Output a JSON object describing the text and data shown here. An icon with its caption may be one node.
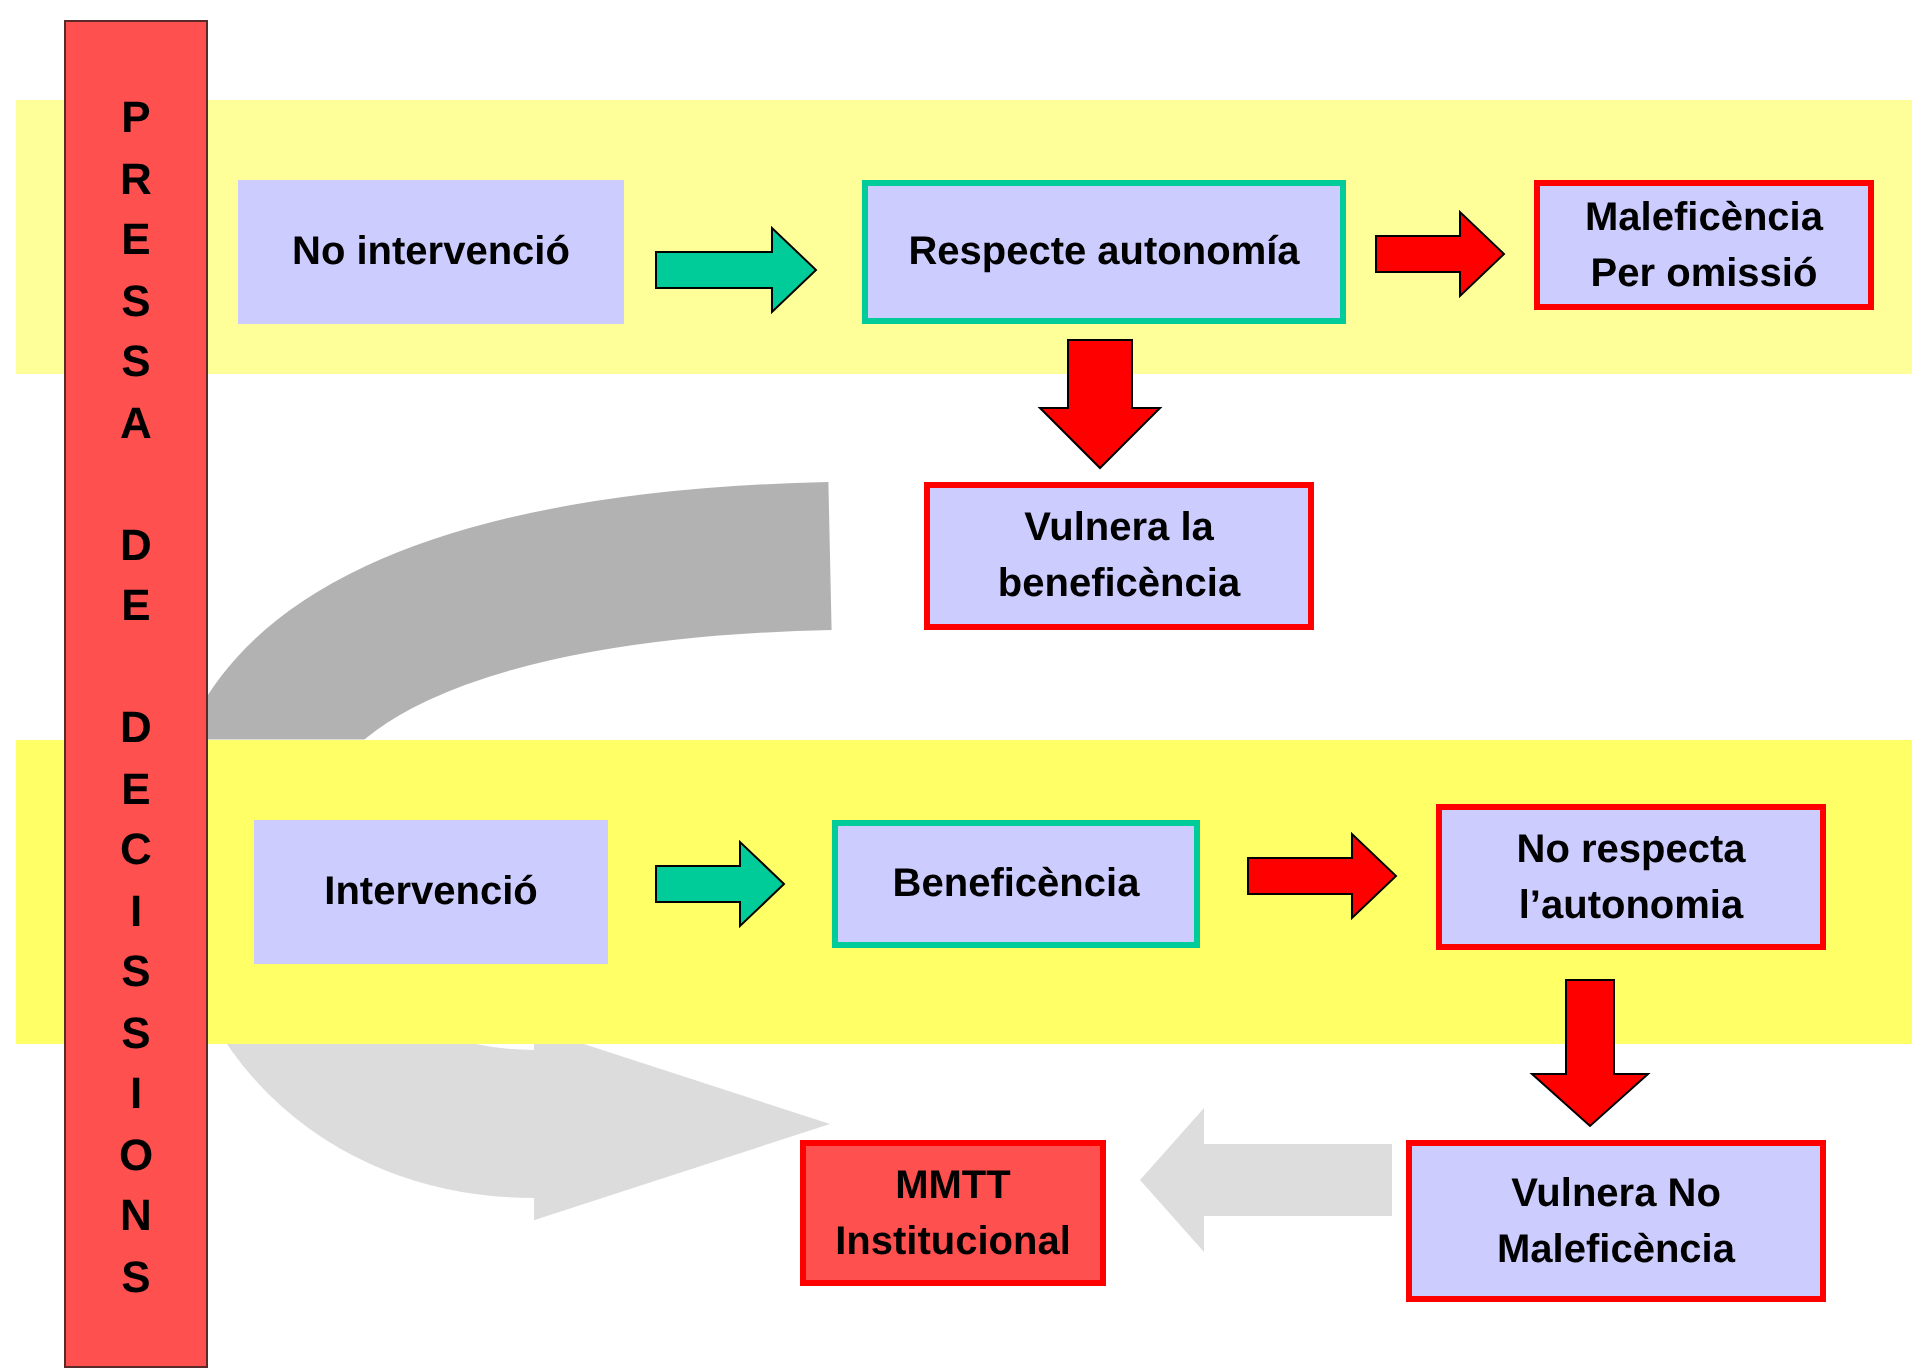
{
  "diagram": {
    "nodes": [
      {
        "text": [
          "PRESSA DE DECISSIONS"
        ]
      },
      {
        "text": [
          "No intervenció"
        ]
      },
      {
        "text": [
          "Respecte autonomía"
        ]
      },
      {
        "text": [
          "Maleficència Per omissió"
        ]
      },
      {
        "text": [
          "Vulnera la beneficència"
        ]
      },
      {
        "text": [
          "Intervenció"
        ]
      },
      {
        "text": [
          "Beneficència"
        ]
      },
      {
        "text": [
          "No respecta l’autonomia"
        ]
      },
      {
        "text": [
          "Vulnera No Maleficència"
        ]
      },
      {
        "text": [
          "MMTT Institucional"
        ]
      }
    ],
    "edges": [
      {
        "from": 1,
        "to": 2,
        "arrow": "to",
        "color": "#00cc99"
      },
      {
        "from": 2,
        "to": 3,
        "arrow": "to"
      },
      {
        "from": 2,
        "to": 4,
        "arrow": "to"
      },
      {
        "from": 5,
        "to": 6,
        "arrow": "to",
        "color": "#00cc99"
      },
      {
        "from": 6,
        "to": 7,
        "arrow": "to"
      },
      {
        "from": 7,
        "to": 8,
        "arrow": "to"
      },
      {
        "from": 8,
        "to": 9,
        "arrow": "to",
        "color": "#dddddd"
      },
      {
        "from": 4,
        "to": 9,
        "arrow": "to",
        "style": "thick",
        "color": "#b2b2b2"
      }
    ]
  }
}
